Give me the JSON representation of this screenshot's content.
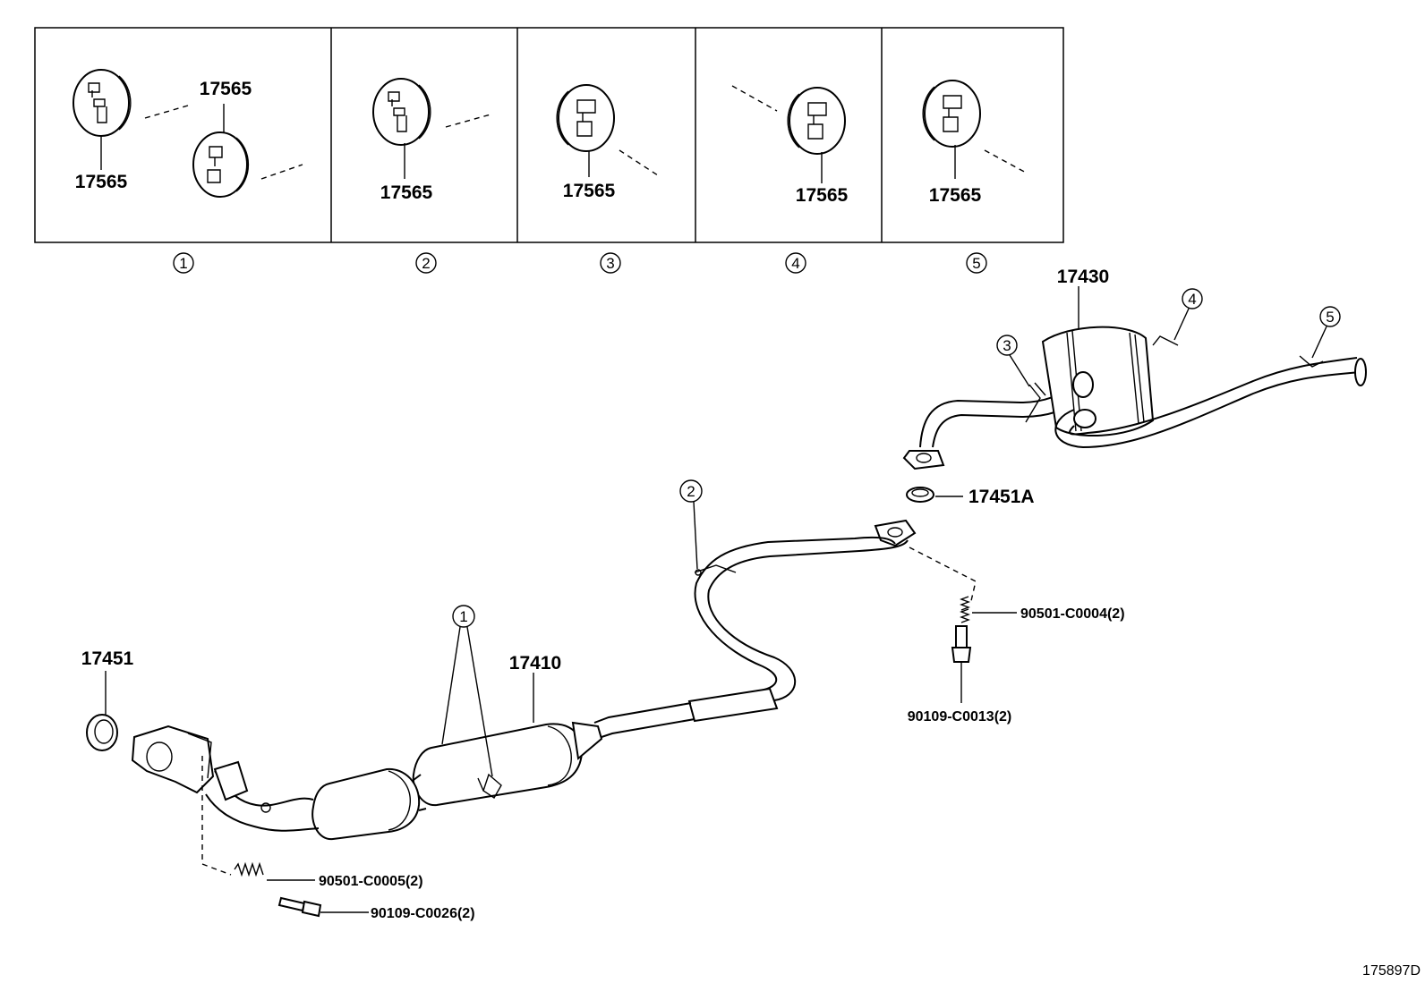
{
  "drawing_id": "175897D",
  "panels": [
    {
      "marker": "1",
      "part_labels": [
        "17565",
        "17565"
      ]
    },
    {
      "marker": "2",
      "part_labels": [
        "17565"
      ]
    },
    {
      "marker": "3",
      "part_labels": [
        "17565"
      ]
    },
    {
      "marker": "4",
      "part_labels": [
        "17565"
      ]
    },
    {
      "marker": "5",
      "part_labels": [
        "17565"
      ]
    }
  ],
  "callouts": {
    "tail_pipe": "17430",
    "gasket_rear": "17451A",
    "front_pipe": "17410",
    "gasket_front": "17451",
    "spring_rear": "90501-C0004(2)",
    "bolt_rear": "90109-C0013(2)",
    "spring_front": "90501-C0005(2)",
    "bolt_front": "90109-C0026(2)"
  },
  "hanger_markers": [
    "1",
    "2",
    "3",
    "4",
    "5"
  ]
}
